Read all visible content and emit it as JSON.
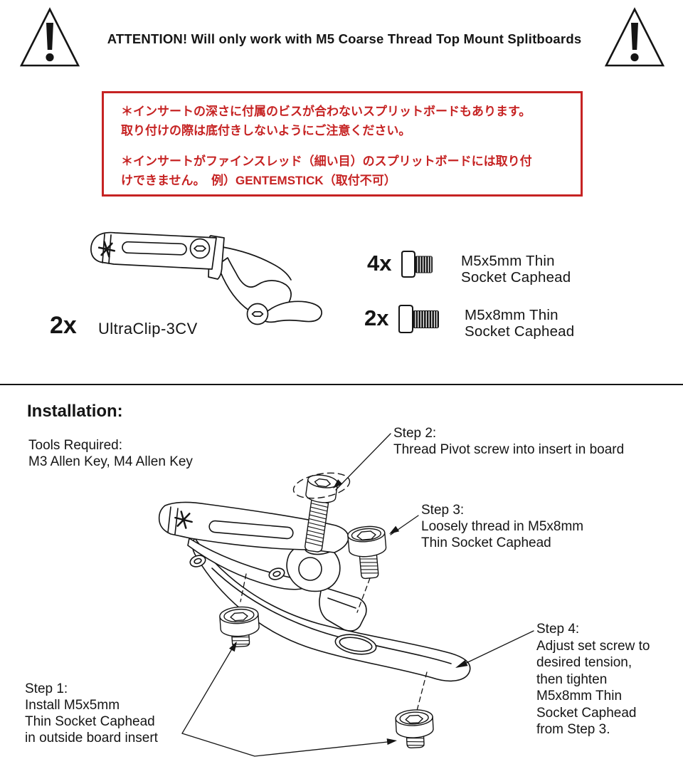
{
  "colors": {
    "accent_red": "#c62323",
    "ink": "#151515"
  },
  "attention": {
    "text": "ATTENTION! Will only work with M5 Coarse Thread Top Mount Splitboards"
  },
  "warning_box": {
    "para1": [
      "＊インサートの深さに付属のビスが合わないスプリットボードもあります。",
      "取り付けの際は底付きしないようにご注意ください。"
    ],
    "para2": [
      "＊インサートがファインスレッド（細い目）のスプリットボードには取り付",
      "けできません。　例）GENTEMSTICK（取付不可）"
    ]
  },
  "parts": {
    "clip": {
      "qty": "2x",
      "name": "UltraClip-3CV"
    },
    "screws": [
      {
        "qty": "4x",
        "name_line1": "M5x5mm Thin",
        "name_line2": "Socket Caphead"
      },
      {
        "qty": "2x",
        "name_line1": "M5x8mm Thin",
        "name_line2": "Socket Caphead"
      }
    ]
  },
  "installation": {
    "heading": "Installation:",
    "tools": [
      "Tools Required:",
      "M3 Allen Key, M4 Allen Key"
    ],
    "steps": {
      "step1": {
        "title": "Step 1:",
        "lines": [
          "Install M5x5mm",
          "Thin Socket Caphead",
          "in outside board insert"
        ]
      },
      "step2": {
        "title": "Step 2:",
        "lines": [
          "Thread Pivot screw into insert in board"
        ]
      },
      "step3": {
        "title": "Step 3:",
        "lines": [
          "Loosely thread in M5x8mm",
          "Thin Socket Caphead"
        ]
      },
      "step4": {
        "title": "Step 4:",
        "lines": [
          "Adjust set screw to",
          "desired tension,",
          "then tighten",
          "M5x8mm Thin",
          "Socket Caphead",
          "from Step 3."
        ]
      }
    }
  }
}
